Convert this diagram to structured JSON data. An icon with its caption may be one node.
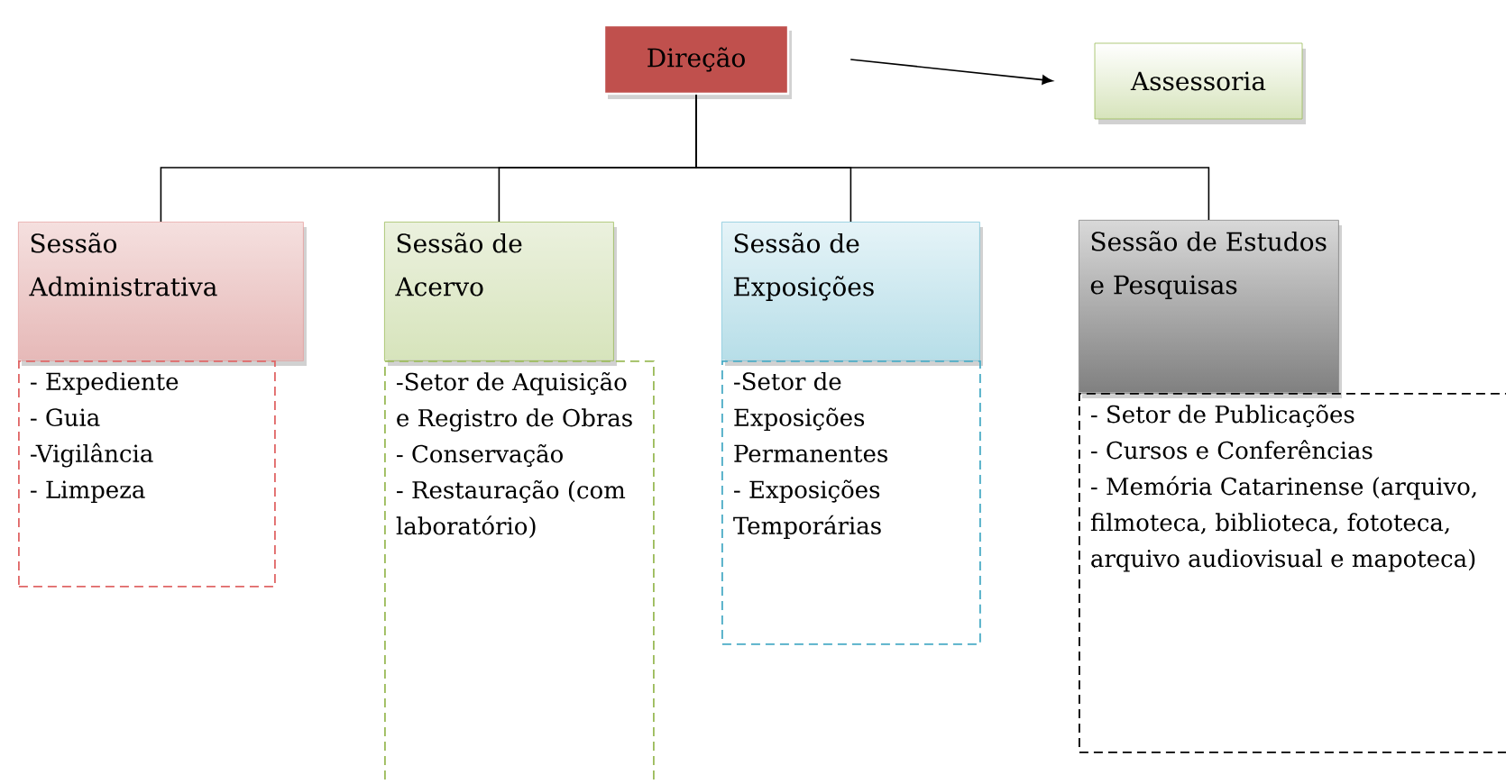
{
  "diagram": {
    "nodes": [
      {
        "text": [
          "Direção"
        ]
      },
      {
        "text": [
          "Assessoria"
        ]
      },
      {
        "text": [
          "Sessão Administrativa"
        ]
      },
      {
        "text": [
          "Sessão de Acervo"
        ]
      },
      {
        "text": [
          "Sessão de Exposições"
        ]
      },
      {
        "text": [
          "Sessão de Estudos e Pesquisas"
        ]
      },
      {
        "text": [
          "- Expediente",
          "- Guia",
          "-Vigilância",
          "- Limpeza"
        ]
      },
      {
        "text": [
          "-Setor de Aquisição e Registro de Obras",
          "- Conservação",
          "- Restauração (com laboratório)"
        ]
      },
      {
        "text": [
          "-Setor de Exposições Permanentes",
          "- Exposições Temporárias"
        ]
      },
      {
        "text": [
          "- Setor de Publicações",
          "- Cursos e Conferências",
          "- Memória Catarinense (arquivo, filmoteca, biblioteca, fototeca, arquivo audiovisual e mapoteca)"
        ]
      }
    ],
    "edges": [
      {
        "from": 0,
        "to": 1,
        "arrow": "to"
      },
      {
        "from": 0,
        "to": 2,
        "arrow": "none"
      },
      {
        "from": 0,
        "to": 3,
        "arrow": "none"
      },
      {
        "from": 0,
        "to": 4,
        "arrow": "none"
      },
      {
        "from": 0,
        "to": 5,
        "arrow": "none"
      }
    ]
  }
}
